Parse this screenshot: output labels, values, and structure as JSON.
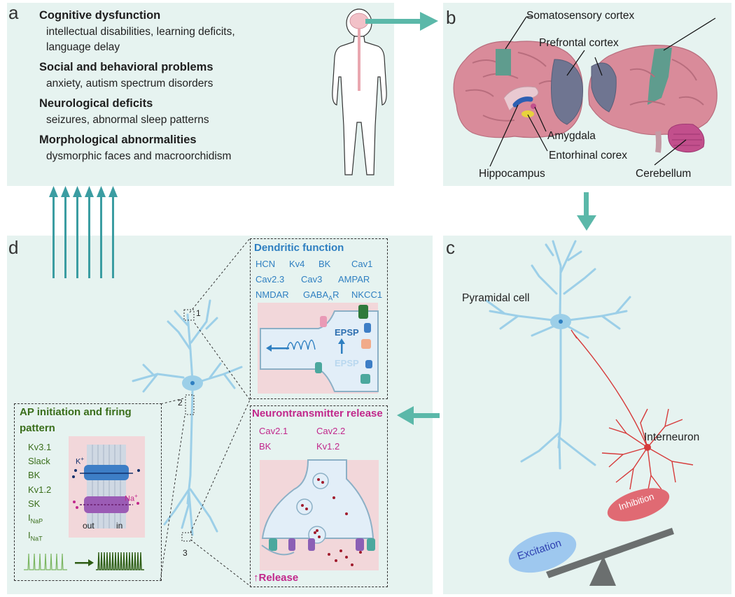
{
  "panel_labels": {
    "a": "a",
    "b": "b",
    "c": "c",
    "d": "d"
  },
  "panel_a": {
    "items": [
      {
        "title": "Cognitive dysfunction",
        "body": [
          "intellectual disabilities, learning deficits,",
          "language delay"
        ]
      },
      {
        "title": "Social and behavioral problems",
        "body": [
          "anxiety, autism spectrum disorders"
        ]
      },
      {
        "title": "Neurological deficits",
        "body": [
          "seizures, abnormal sleep patterns"
        ]
      },
      {
        "title": "Morphological abnormalities",
        "body": [
          "dysmorphic faces and macroorchidism"
        ]
      }
    ]
  },
  "panel_b": {
    "labels": {
      "somatosensory": "Somatosensory cortex",
      "prefrontal": "Prefrontal cortex",
      "amygdala": "Amygdala",
      "entorhinal": "Entorhinal corex",
      "hippocampus": "Hippocampus",
      "cerebellum": "Cerebellum"
    }
  },
  "panel_c": {
    "pyramidal": "Pyramidal cell",
    "interneuron": "Interneuron",
    "inhibition": "Inhibition",
    "excitation": "Excitation"
  },
  "panel_d": {
    "dendritic": {
      "title": "Dendritic  function",
      "channels": [
        "HCN",
        "Kv4",
        "BK",
        "Cav1",
        "Cav2.3",
        "Cav3",
        "AMPAR",
        "NMDAR",
        "GABA",
        "NKCC1"
      ],
      "gaba_sub": "A",
      "gaba_tail": "R",
      "epsp1": "EPSP",
      "epsp2": "EPSP"
    },
    "release": {
      "title": "Neurontransmitter release",
      "channels": [
        "Cav2.1",
        "Cav2.2",
        "BK",
        "Kv1.2"
      ],
      "footer": "↑Release"
    },
    "ap": {
      "title_line1": "AP initiation and firing",
      "title_line2": "pattern",
      "channels": [
        "Kv3.1",
        "Slack",
        "BK",
        "Kv1.2",
        "SK"
      ],
      "inap_main": "I",
      "inap_sub": "NaP",
      "inat_main": "I",
      "inat_sub": "NaT",
      "k_ion": "K",
      "na_ion": "Na",
      "ion_sup": "+",
      "out": "out",
      "in": "in"
    },
    "markers": [
      "1",
      "2",
      "3"
    ]
  },
  "colors": {
    "panel_bg": "#e6f3f0",
    "teal_arrow": "#5bb8a9",
    "dendrite_blue": "#9ccfe8",
    "interneuron_red": "#d63b3b",
    "brain_pink": "#d98b9a",
    "brain_gray": "#6f7591",
    "brain_teal": "#5f9c8e",
    "cerebellum": "#c24f8c",
    "amygdala": "#e0b33c"
  }
}
